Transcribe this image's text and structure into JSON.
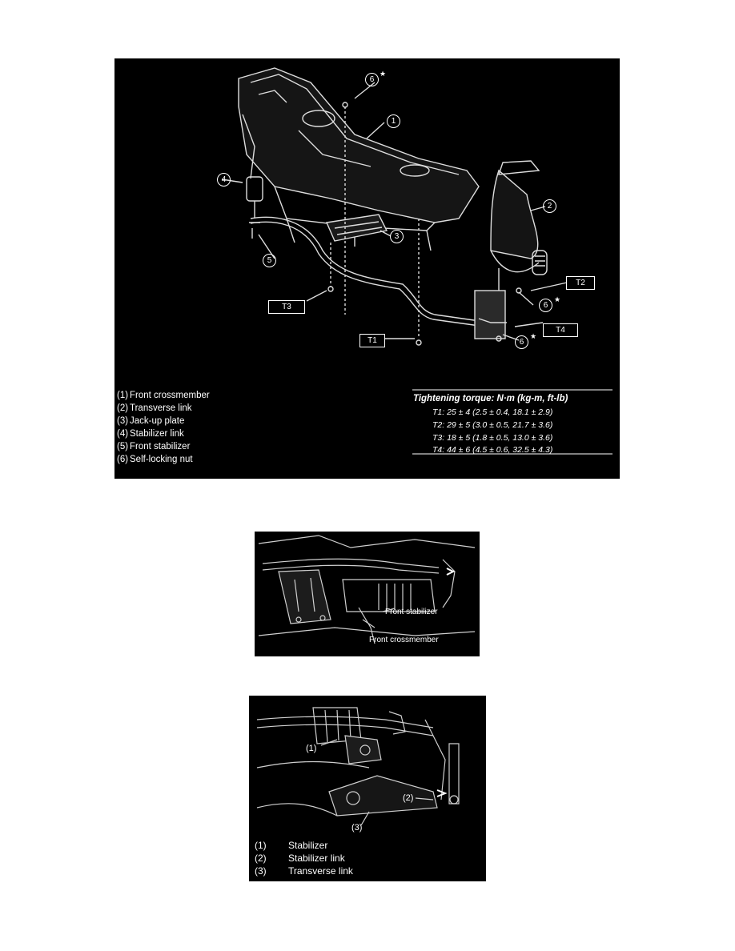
{
  "figure1": {
    "callouts": {
      "c1": "1",
      "c2": "2",
      "c3": "3",
      "c4": "4",
      "c5": "5",
      "c6a": "6",
      "c6b": "6",
      "c6c": "6",
      "star": "★"
    },
    "torque_boxes": {
      "t1": "T1",
      "t2": "T2",
      "t3": "T3",
      "t4": "T4"
    },
    "legend": [
      {
        "num": "(1)",
        "label": "Front crossmember"
      },
      {
        "num": "(2)",
        "label": "Transverse link"
      },
      {
        "num": "(3)",
        "label": "Jack-up plate"
      },
      {
        "num": "(4)",
        "label": "Stabilizer link"
      },
      {
        "num": "(5)",
        "label": "Front stabilizer"
      },
      {
        "num": "(6)",
        "label": "Self-locking nut"
      }
    ],
    "torque": {
      "title": "Tightening torque: N·m (kg-m, ft-lb)",
      "rows": [
        "T1: 25 ± 4 (2.5 ± 0.4, 18.1 ± 2.9)",
        "T2: 29 ± 5 (3.0 ± 0.5, 21.7 ± 3.6)",
        "T3: 18 ± 5 (1.8 ± 0.5, 13.0 ± 3.6)",
        "T4: 44 ± 6 (4.5 ± 0.6, 32.5 ± 4.3)"
      ]
    }
  },
  "figure2": {
    "label_stabilizer": "Front stabilizer",
    "label_crossmember": "Front crossmember"
  },
  "figure3": {
    "callouts": {
      "c1": "(1)",
      "c2": "(2)",
      "c3": "(3)"
    },
    "legend": [
      {
        "num": "(1)",
        "label": "Stabilizer"
      },
      {
        "num": "(2)",
        "label": "Stabilizer link"
      },
      {
        "num": "(3)",
        "label": "Transverse link"
      }
    ]
  }
}
